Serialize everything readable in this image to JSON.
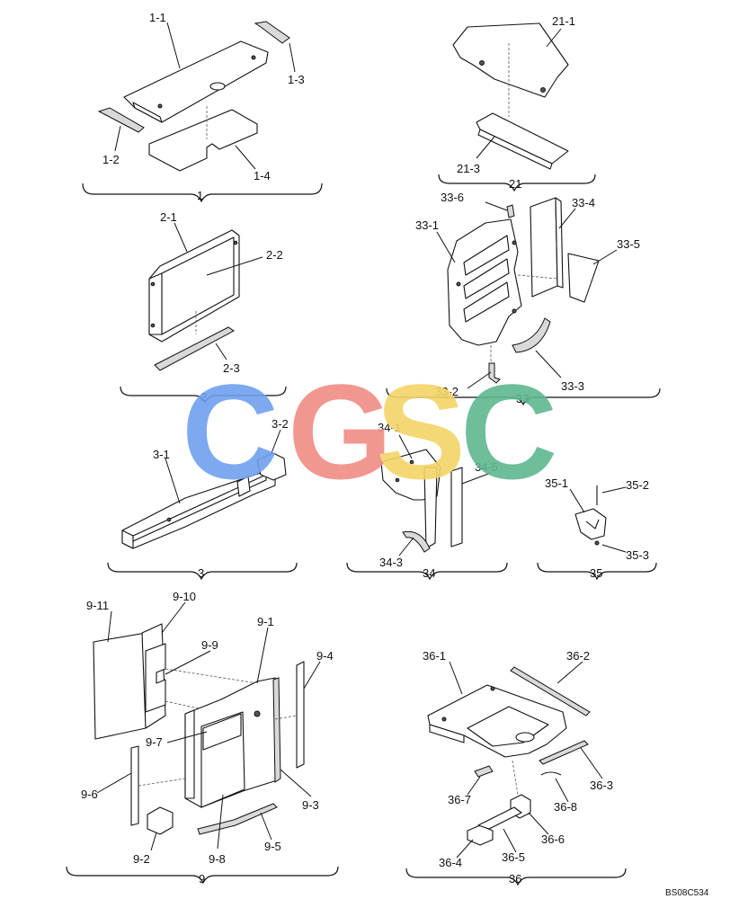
{
  "watermark": {
    "letters": [
      {
        "char": "C",
        "color": "#6fa0f0"
      },
      {
        "char": "G",
        "color": "#f08c84"
      },
      {
        "char": "S",
        "color": "#f4d468"
      },
      {
        "char": "C",
        "color": "#5fb890"
      }
    ]
  },
  "drawing_code": "BS08C534",
  "groups": {
    "g1": {
      "label": "1",
      "parts": [
        "1-1",
        "1-2",
        "1-3",
        "1-4"
      ]
    },
    "g21": {
      "label": "21",
      "parts": [
        "21-1",
        "21-3"
      ]
    },
    "g2": {
      "label": "2",
      "parts": [
        "2-1",
        "2-2",
        "2-3"
      ]
    },
    "g33": {
      "label": "33",
      "parts": [
        "33-1",
        "33-2",
        "33-3",
        "33-4",
        "33-5",
        "33-6"
      ]
    },
    "g3": {
      "label": "3",
      "parts": [
        "3-1",
        "3-2"
      ]
    },
    "g34": {
      "label": "34",
      "parts": [
        "34-1",
        "34-3",
        "34-5"
      ]
    },
    "g35": {
      "label": "35",
      "parts": [
        "35-1",
        "35-2",
        "35-3"
      ]
    },
    "g9": {
      "label": "9",
      "parts": [
        "9-1",
        "9-2",
        "9-3",
        "9-4",
        "9-5",
        "9-6",
        "9-7",
        "9-8",
        "9-9",
        "9-10",
        "9-11"
      ]
    },
    "g36": {
      "label": "36",
      "parts": [
        "36-1",
        "36-2",
        "36-3",
        "36-4",
        "36-5",
        "36-6",
        "36-7",
        "36-8"
      ]
    }
  }
}
